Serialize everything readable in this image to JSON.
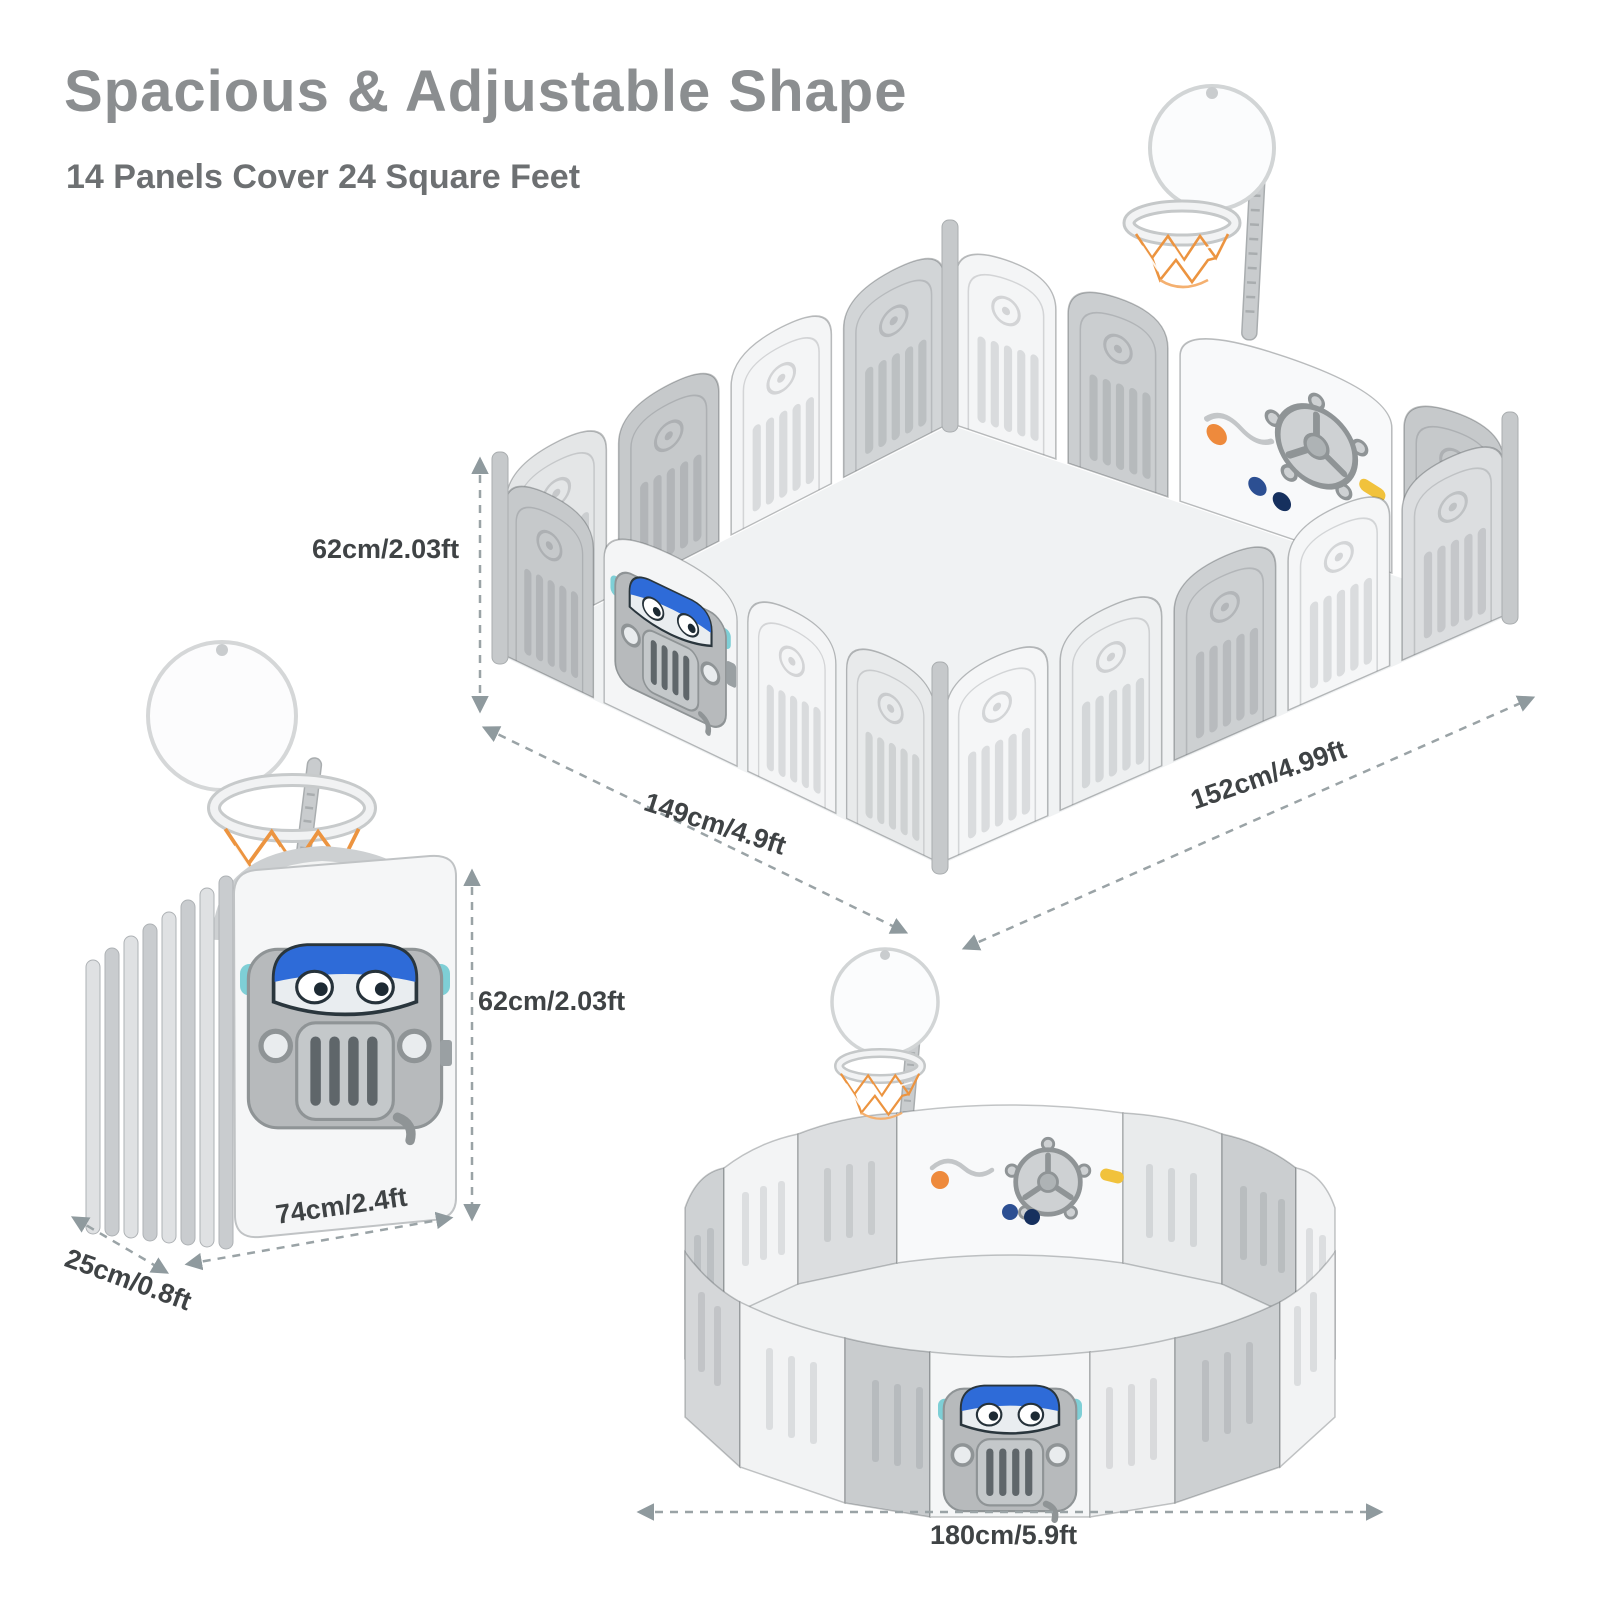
{
  "page": {
    "title": "Spacious & Adjustable Shape",
    "subtitle": "14 Panels Cover 24 Square Feet"
  },
  "rect_config": {
    "height_label": "62cm/2.03ft",
    "width_label": "149cm/4.9ft",
    "depth_label": "152cm/4.99ft"
  },
  "folded_config": {
    "height_label": "62cm/2.03ft",
    "width_label": "74cm/2.4ft",
    "depth_label": "25cm/0.8ft"
  },
  "round_config": {
    "diameter_label": "180cm/5.9ft"
  },
  "colors": {
    "title_gray": "#8b8e90",
    "panel_white": "#f5f6f7",
    "panel_gray": "#cbced0",
    "net_orange": "#ec9440",
    "car_blue": "#2e6bd8",
    "ear_teal": "#7ecfd6",
    "dimension_line": "#9aa3a6"
  }
}
